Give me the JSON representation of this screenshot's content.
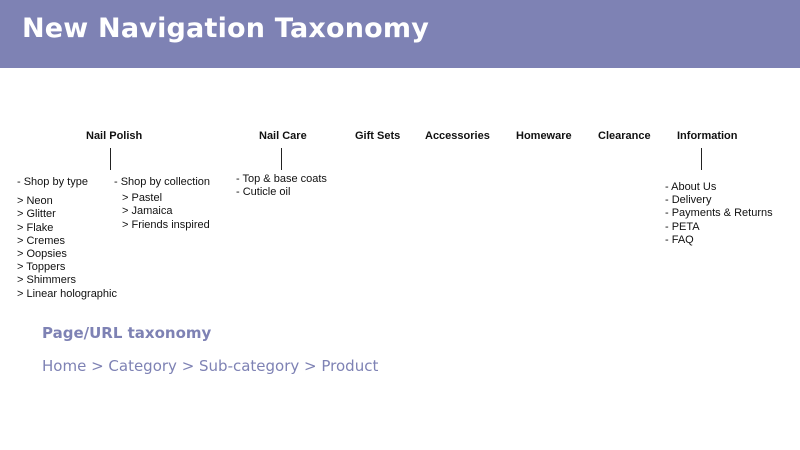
{
  "title": "New Navigation Taxonomy",
  "categories": [
    {
      "label": "Nail Polish"
    },
    {
      "label": "Nail Care"
    },
    {
      "label": "Gift Sets"
    },
    {
      "label": "Accessories"
    },
    {
      "label": "Homeware"
    },
    {
      "label": "Clearance"
    },
    {
      "label": "Information"
    }
  ],
  "nail_polish": {
    "shop_by_type": {
      "heading": "- Shop by type",
      "items": [
        "> Neon",
        "> Glitter",
        "> Flake",
        "> Cremes",
        "> Oopsies",
        "> Toppers",
        "> Shimmers",
        "> Linear holographic"
      ]
    },
    "shop_by_collection": {
      "heading": "- Shop by collection",
      "items": [
        "> Pastel",
        "> Jamaica",
        "> Friends inspired"
      ]
    }
  },
  "nail_care": {
    "items": [
      "- Top & base coats",
      "- Cuticle oil"
    ]
  },
  "information": {
    "items": [
      "- About Us",
      "- Delivery",
      "- Payments & Returns",
      "- PETA",
      "- FAQ"
    ]
  },
  "page_url_taxonomy": {
    "heading": "Page/URL taxonomy",
    "breadcrumb": "Home > Category > Sub-category > Product"
  }
}
